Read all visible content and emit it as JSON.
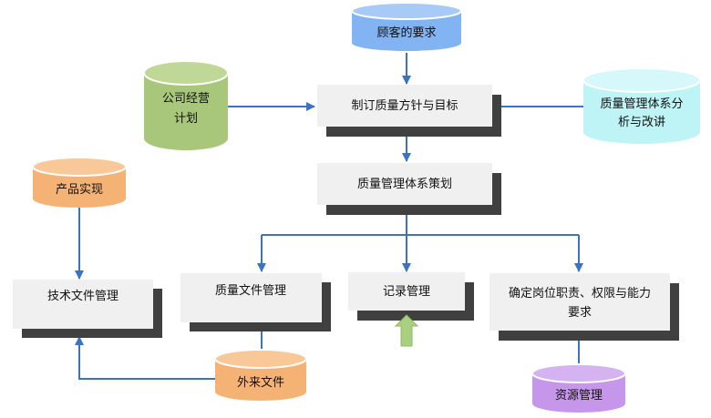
{
  "diagram": {
    "cylinders": {
      "customer_requirements": {
        "label": "顾客的要求",
        "color": "#82b3f2"
      },
      "business_plan": {
        "line1": "公司经营",
        "line2": "计划",
        "color": "#a8c77a"
      },
      "qms_analysis": {
        "line1": "质量管理体系分",
        "line2": "析与改讲",
        "color": "#bff4f6"
      },
      "product_realization": {
        "label": "产品实现",
        "color": "#f5b275"
      },
      "external_docs": {
        "label": "外来文件",
        "color": "#f5b275"
      },
      "resource_management": {
        "label": "资源管理",
        "color": "#c596ea"
      }
    },
    "boxes": {
      "policy_objectives": "制订质量方针与目标",
      "qms_planning": "质量管理体系策划",
      "technical_docs": "技术文件管理",
      "quality_docs": "质量文件管理",
      "records": "记录管理",
      "roles_line1": "确定岗位职责、权限与能力",
      "roles_line2": "要求"
    },
    "colors": {
      "box_fill": "#f0f0f0",
      "box_shadow": "#404040",
      "arrow": "#3a72c4",
      "up_arrow": "#a9cf80"
    }
  }
}
